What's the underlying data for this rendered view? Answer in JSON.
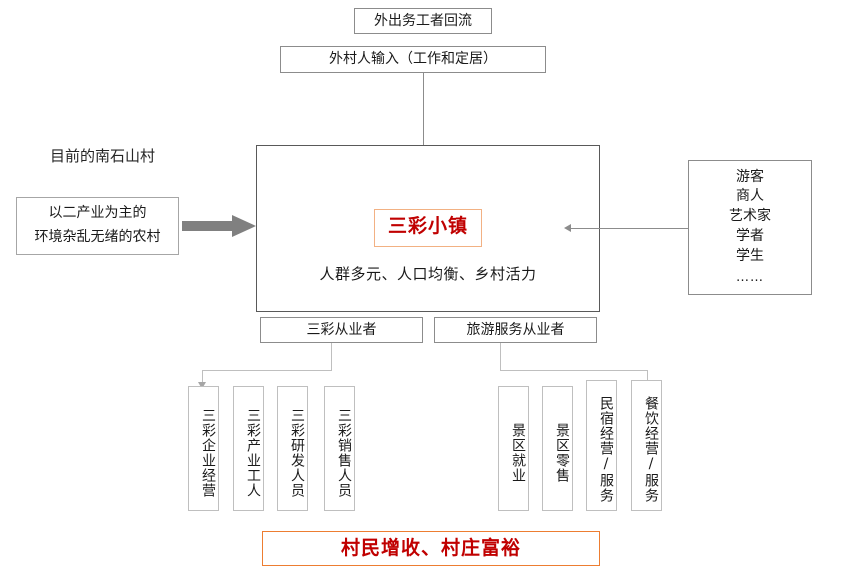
{
  "diagram": {
    "title_text_top_1": "外出务工者回流",
    "title_text_top_2": "外村人输入（工作和定居）",
    "current_village_label": "目前的南石山村",
    "current_village_line1": "以二产业为主的",
    "current_village_line2": "环境杂乱无绪的农村",
    "town_badge": "三彩小镇",
    "town_qualities": "人群多元、人口均衡、乡村活力",
    "visitors": {
      "items": [
        "游客",
        "商人",
        "艺术家",
        "学者",
        "学生"
      ],
      "ellipsis": "……"
    },
    "categories": {
      "sancai": "三彩从业者",
      "tourism": "旅游服务从业者"
    },
    "sancai_jobs": [
      "三彩企业经营",
      "三彩产业工人",
      "三彩研发人员",
      "三彩销售人员"
    ],
    "tourism_jobs": [
      "景区就业",
      "景区零售",
      "民宿经营/服务",
      "餐饮经营/服务"
    ],
    "goal": "村民增收、村庄富裕",
    "colors": {
      "accent_red": "#c00000",
      "accent_orange": "#ed7d31",
      "badge_border": "#f2b183",
      "line_gray": "#8c8c8c",
      "block_arrow_gray": "#808080"
    }
  }
}
